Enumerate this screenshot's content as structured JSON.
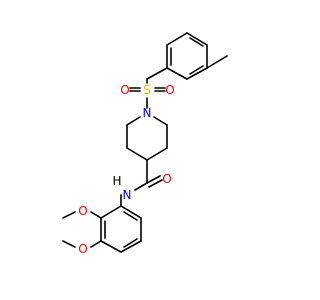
{
  "colors": {
    "background": "#ffffff",
    "bond": "#000000",
    "oxygen": "#ff0000",
    "nitrogen": "#0000ff",
    "sulfur": "#cccc00",
    "hydrogen_label": "#000000"
  },
  "atoms": {
    "sulfonyl_s": "S",
    "sulfonyl_o_left": "O",
    "sulfonyl_o_right": "O",
    "piperidine_n": "N",
    "amide_nh": "N",
    "amide_h": "H",
    "amide_o": "O",
    "methoxy_o_top": "O",
    "methoxy_o_bottom": "O"
  }
}
